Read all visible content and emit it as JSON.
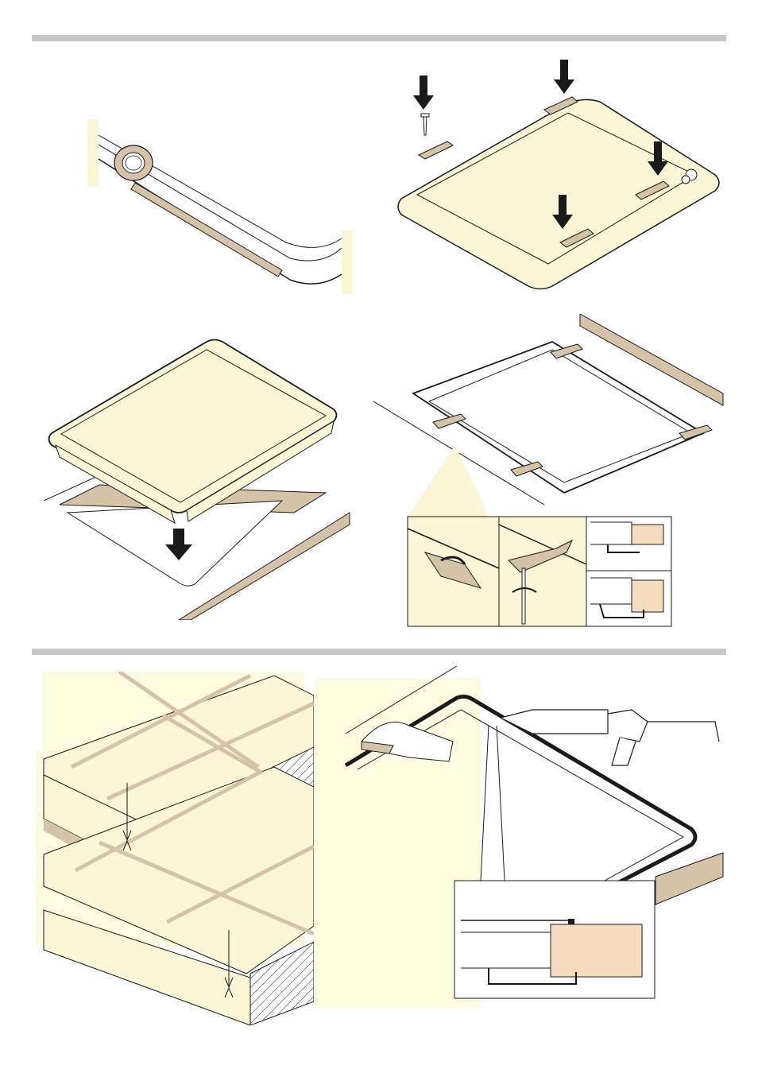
{
  "colors": {
    "cream": "#fbf6d6",
    "paleCream": "#fdfbe0",
    "tan": "#d5c3a8",
    "peach": "#f5dcbf",
    "rule": "#c6c6c6",
    "ink": "#1a1a1a"
  },
  "sections": [
    {
      "id": "installation",
      "panels": [
        "seal-tape",
        "clamp-mounting",
        "hob-insertion",
        "clamp-detail"
      ]
    },
    {
      "id": "sealing",
      "panels": [
        "tile-worktop",
        "silicone-sealing"
      ]
    }
  ],
  "icons": [
    "tape-roll-icon",
    "screw-icon",
    "down-arrow-icon",
    "rotate-arrow-icon",
    "screwdriver-icon",
    "caulking-gun-icon",
    "hand-icon",
    "measure-arrow-icon"
  ]
}
